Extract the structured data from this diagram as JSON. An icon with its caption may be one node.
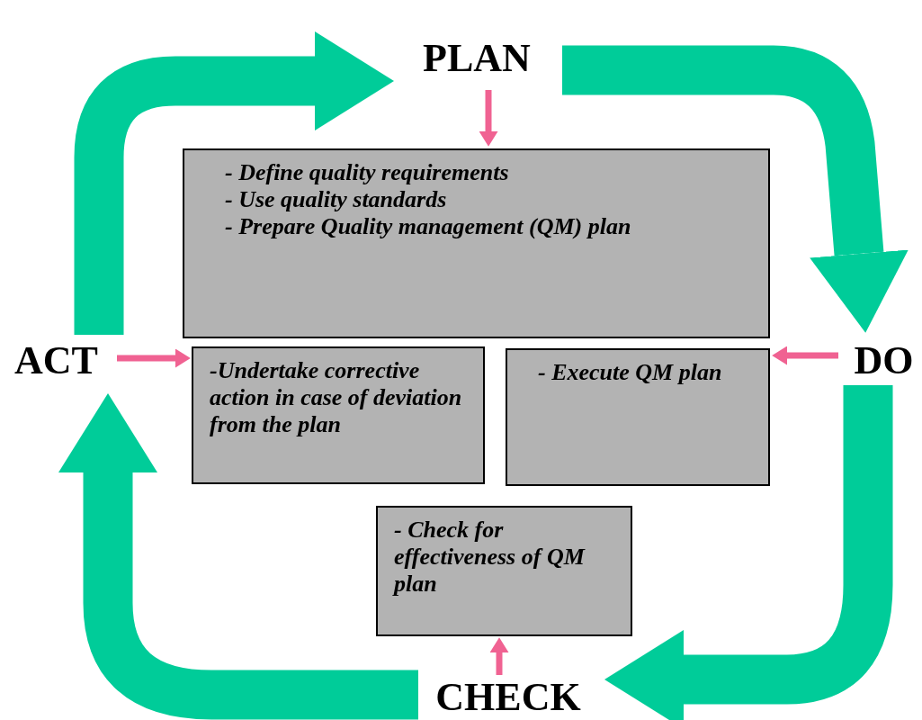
{
  "diagram": {
    "nodes": [
      {
        "text": [
          "PLAN"
        ]
      },
      {
        "text": [
          "- Define quality requirements",
          "- Use quality standards",
          "- Prepare Quality management  (QM) plan"
        ]
      },
      {
        "text": [
          "DO"
        ]
      },
      {
        "text": [
          "- Execute QM plan"
        ]
      },
      {
        "text": [
          "CHECK"
        ]
      },
      {
        "text": [
          "- Check for effectiveness of QM plan"
        ]
      },
      {
        "text": [
          "ACT"
        ]
      },
      {
        "text": [
          "-Undertake corrective action in case of deviation from the plan"
        ]
      }
    ],
    "edges": [
      {
        "from": 6,
        "to": 0,
        "arrow": "to",
        "style": "thick",
        "color": "#00cc99"
      },
      {
        "from": 0,
        "to": 2,
        "arrow": "to",
        "style": "thick",
        "color": "#00cc99"
      },
      {
        "from": 2,
        "to": 4,
        "arrow": "to",
        "style": "thick",
        "color": "#00cc99"
      },
      {
        "from": 4,
        "to": 6,
        "arrow": "to",
        "style": "thick",
        "color": "#00cc99"
      },
      {
        "from": 0,
        "to": 1,
        "arrow": "to",
        "color": "#f06292"
      },
      {
        "from": 2,
        "to": 3,
        "arrow": "to",
        "color": "#f06292"
      },
      {
        "from": 4,
        "to": 5,
        "arrow": "to",
        "color": "#f06292"
      },
      {
        "from": 6,
        "to": 7,
        "arrow": "to",
        "color": "#f06292"
      }
    ]
  }
}
